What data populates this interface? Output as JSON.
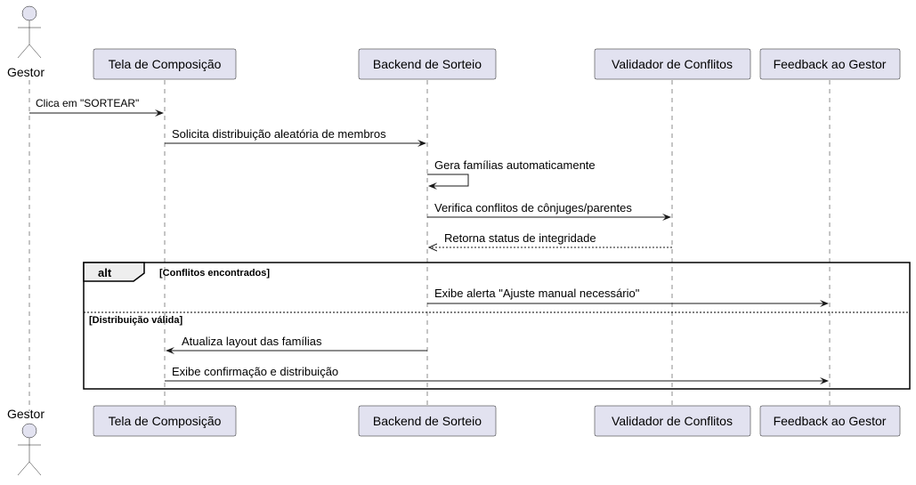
{
  "participants": {
    "gestor": "Gestor",
    "tela": "Tela de Composição",
    "backend": "Backend de Sorteio",
    "validador": "Validador de Conflitos",
    "feedback": "Feedback ao Gestor"
  },
  "messages": {
    "m1": "Clica em \"SORTEAR\"",
    "m2": "Solicita distribuição aleatória de membros",
    "m3": "Gera famílias automaticamente",
    "m4": "Verifica conflitos de cônjuges/parentes",
    "m5": "Retorna status de integridade",
    "m6": "Exibe alerta \"Ajuste manual necessário\"",
    "m7": "Atualiza layout das famílias",
    "m8": "Exibe confirmação e distribuição"
  },
  "alt_frame": {
    "keyword": "alt",
    "guard1": "[Conflitos encontrados]",
    "guard2": "[Distribuição válida]"
  },
  "colors": {
    "participant_fill": "#e2e2f0",
    "line": "#181818"
  }
}
